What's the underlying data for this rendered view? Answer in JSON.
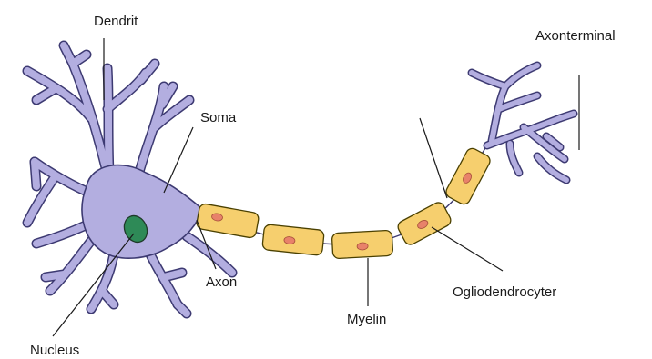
{
  "labels": {
    "dendrit": "Dendrit",
    "soma": "Soma",
    "axon": "Axon",
    "nucleus": "Nucleus",
    "myelin": "Myelin",
    "oligodendrocyte": "Ogliodendrocyter",
    "axon_terminal": "Axonterminal"
  },
  "colors": {
    "neuron_body": "#b3aee0",
    "outline": "#3d3a72",
    "myelin_sheath": "#f6cf6e",
    "sheath_nucleus": "#e8826a",
    "cell_nucleus": "#2e8a57"
  }
}
